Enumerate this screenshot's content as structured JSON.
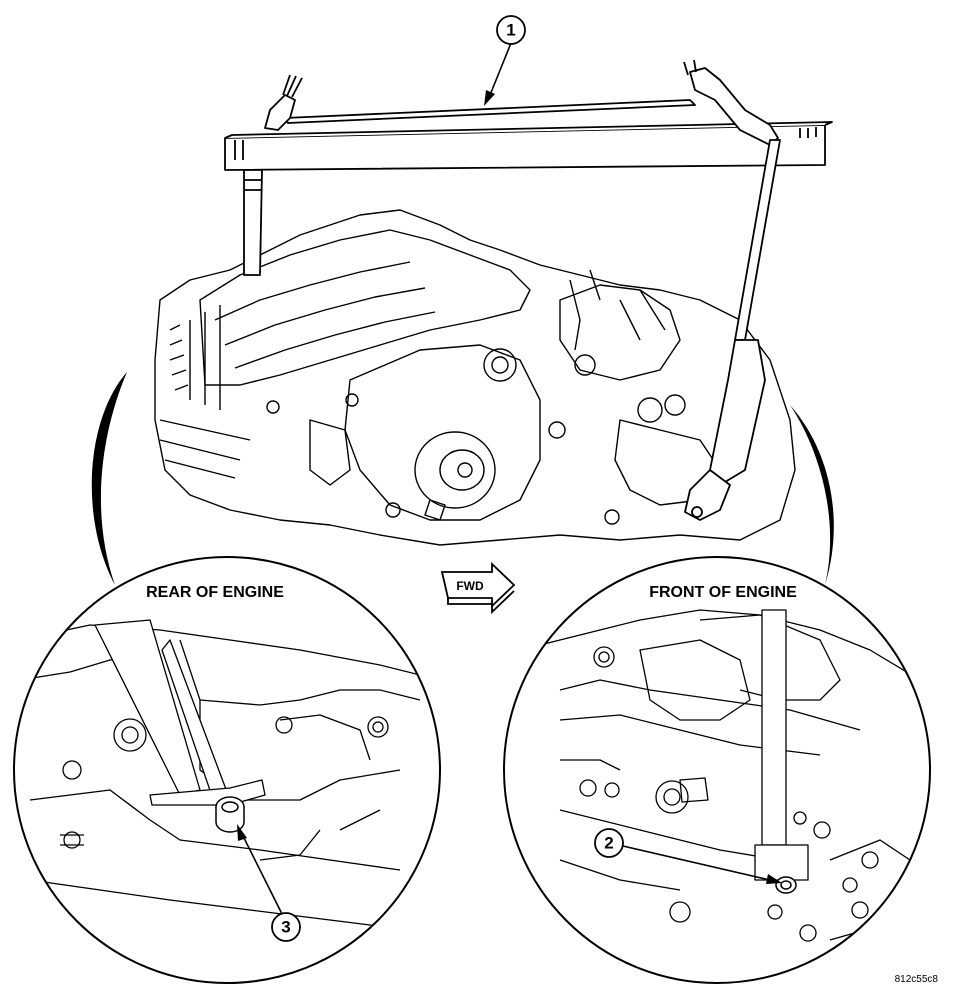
{
  "labels": {
    "rear": "REAR OF ENGINE",
    "front": "FRONT OF ENGINE",
    "fwd": "FWD"
  },
  "callouts": {
    "one": "1",
    "two": "2",
    "three": "3"
  },
  "figure_code": "812c55c8"
}
